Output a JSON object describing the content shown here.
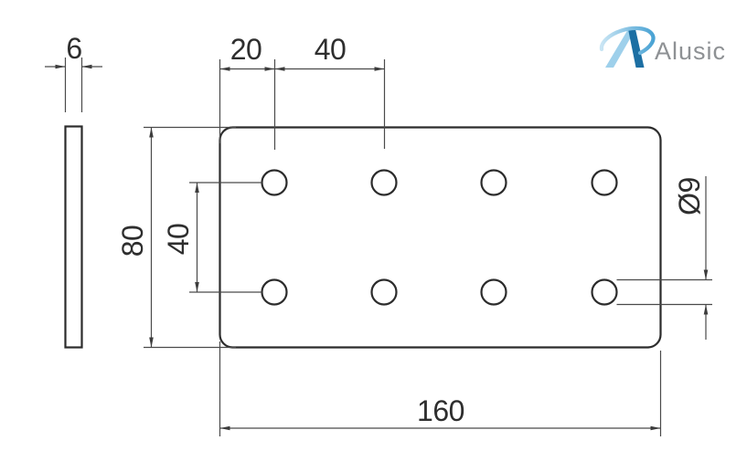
{
  "logo": {
    "brand": "Alusic"
  },
  "dimensions": {
    "thickness": "6",
    "edge_offset": "20",
    "hole_pitch_horizontal": "40",
    "plate_height": "80",
    "hole_pitch_vertical": "40",
    "plate_width": "160",
    "hole_diameter": "Ø9"
  },
  "colors": {
    "background": "#ffffff",
    "outline": "#2c2c2c",
    "dimension_line": "#4a4a4a",
    "text": "#2e2e2e",
    "logo_light_blue": "#9ed0eb",
    "logo_dark_blue": "#1c6fa3",
    "logo_swoosh_start": "#c9e5f4",
    "logo_swoosh_end": "#4aa3d4",
    "logo_text": "#8e9194"
  }
}
